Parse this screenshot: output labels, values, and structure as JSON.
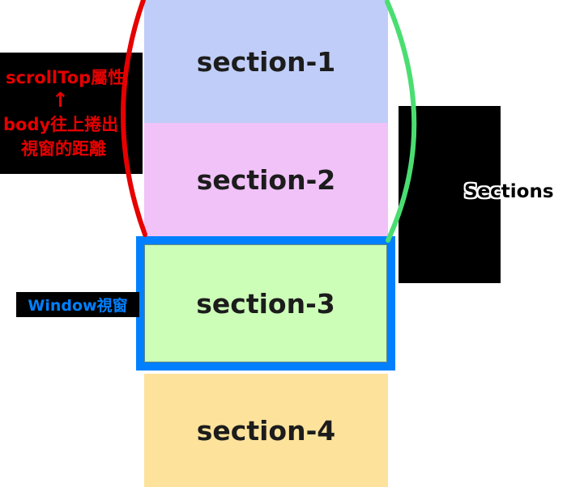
{
  "diagram": {
    "scrolltop_label": {
      "title": "scrollTop屬性",
      "arrow": "↑",
      "desc_line1": "body往上捲出",
      "desc_line2": "視窗的距離"
    },
    "window_label": "Window視窗",
    "sections_label": "Sections",
    "sections": [
      {
        "label": "section-1",
        "color": "#C0CDF8"
      },
      {
        "label": "section-2",
        "color": "#F0C2F8"
      },
      {
        "label": "section-3",
        "color": "#CCFEB8"
      },
      {
        "label": "section-4",
        "color": "#FDE29B"
      }
    ],
    "colors": {
      "annotation_red": "#E60000",
      "curve_green": "#4ADE71",
      "window_border_blue": "#0080FF",
      "label_box_black": "#000000"
    }
  }
}
